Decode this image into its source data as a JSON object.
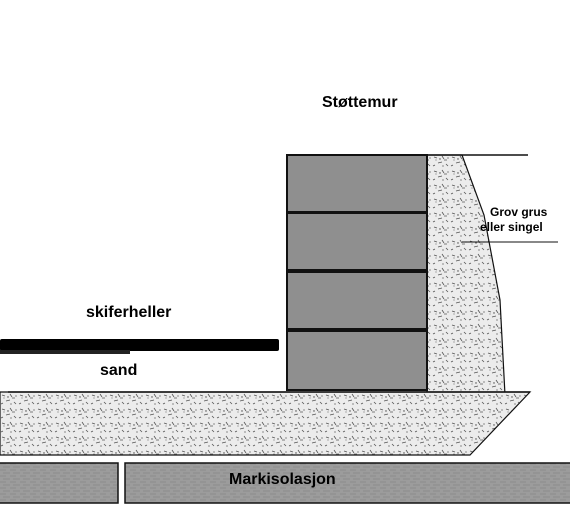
{
  "labels": {
    "title": "Støttemur",
    "tiles": "skiferheller",
    "sand": "sand",
    "gravel_line1": "Grov grus",
    "gravel_line2": "eller singel",
    "insulation": "Markisolasjon"
  },
  "colors": {
    "background": "#ffffff",
    "block_fill": "#8f8f8f",
    "gravel_fill": "#ececec",
    "insulation_fill": "#9c9c9c",
    "outline": "#111111"
  }
}
